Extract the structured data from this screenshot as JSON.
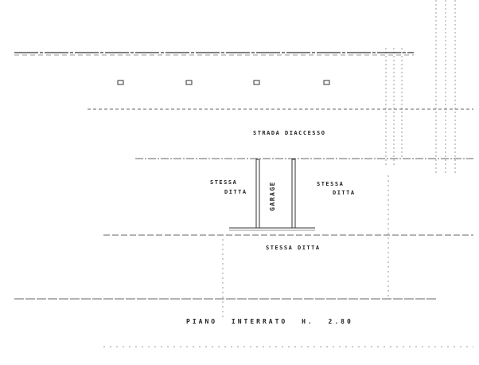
{
  "labels": {
    "road": "STRADA DIACCESSO",
    "left_owner_1": "STESSA",
    "left_owner_2": "DITTA",
    "garage": "GARAGE",
    "right_owner_1": "STESSA",
    "right_owner_2": "DITTA",
    "bottom_owner": "STESSA DITTA",
    "title": "PIANO INTERRATO H. 2.80"
  },
  "colors": {
    "line": "#333333",
    "paper": "#ffffff"
  }
}
